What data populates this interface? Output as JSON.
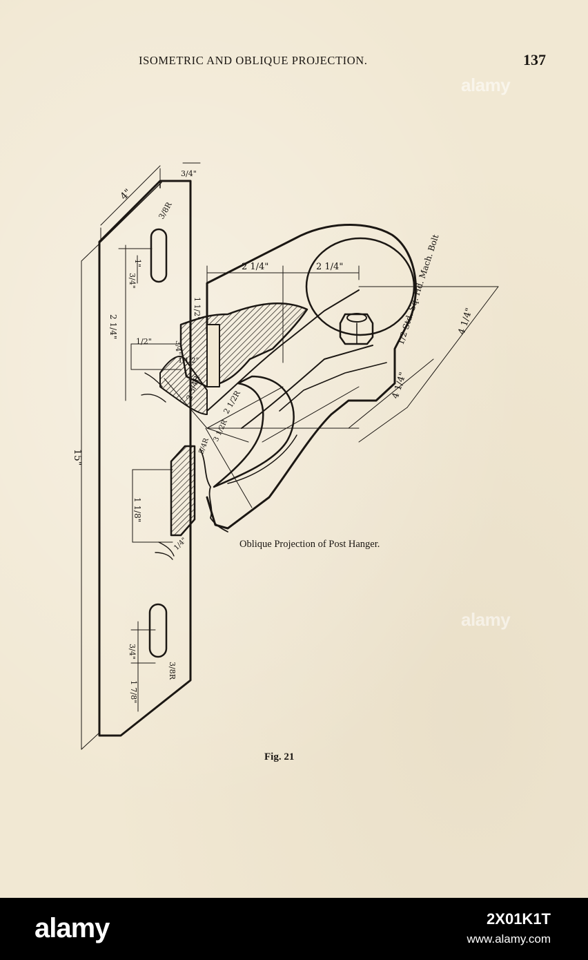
{
  "page": {
    "running_head": "ISOMETRIC AND OBLIQUE PROJECTION.",
    "page_number": "137",
    "caption": "Oblique Projection of Post Hanger.",
    "figure_label": "Fig. 21"
  },
  "drawing": {
    "dimensions": {
      "plate_width": "4\"",
      "plate_thickness": "3/4\"",
      "plate_length": "15\"",
      "slot_radius_top": "3/8R",
      "slot_length": "1\"",
      "slot_width": "3/4\"",
      "slot_offset": "2 1/4\"",
      "edge_offset": "1/2\"",
      "arm_span_left": "2 1/4\"",
      "arm_span_right": "2 1/4\"",
      "lug_thickness": "1 1/2\"",
      "section_height": "3/4\"",
      "section_width": "1 1/2\"",
      "radius_a": "2 3/4R",
      "radius_b": "2 1/2R",
      "radius_c": "3 1/2R",
      "radius_d": "5/4R",
      "rib_length": "1 1/8\"",
      "rib_thickness": "1/4\"",
      "bolt_note": "1/2 Std. Sq. Hd. Mach. Bolt",
      "bolt_length": "4 1/4\"",
      "boss_dim": "4 1/4\"",
      "slot_width_bottom": "3/4\"",
      "slot_radius_bottom": "3/8R",
      "slot_offset_bottom": "1 7/8\""
    }
  },
  "watermarks": [
    "alamy",
    "alamy"
  ],
  "footer": {
    "logo": "alamy",
    "image_id": "2X01K1T",
    "url": "www.alamy.com"
  }
}
